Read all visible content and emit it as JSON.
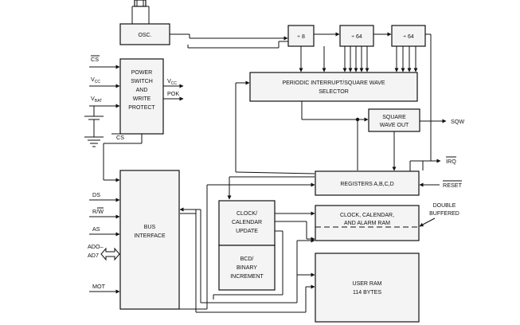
{
  "blocks": {
    "osc": "OSC.",
    "div8": "÷ 8",
    "div64a": "÷ 64",
    "div64b": "÷ 64",
    "power": [
      "POWER",
      "SWITCH",
      "AND",
      "WRITE",
      "PROTECT"
    ],
    "power_vcc_out": "V",
    "power_vcc_out_sub": "CC",
    "power_pok": "POK",
    "periodic": [
      "PERIODIC INTERRUPT/SQUARE WAVE",
      "SELECTOR"
    ],
    "square": [
      "SQUARE",
      "WAVE OUT"
    ],
    "registers": "REGISTERS A,B,C,D",
    "clock_update": [
      "CLOCK/",
      "CALENDAR",
      "UPDATE"
    ],
    "bcd": [
      "BCD/",
      "BINARY",
      "INCREMENT"
    ],
    "clock_ram": [
      "CLOCK, CALENDAR,",
      "AND ALARM RAM"
    ],
    "bus": [
      "BUS",
      "INTERFACE"
    ],
    "user_ram": [
      "USER RAM",
      "114 BYTES"
    ]
  },
  "signals": {
    "cs_bar": "CS",
    "vcc": "V",
    "vcc_sub": "CC",
    "vbat": "V",
    "vbat_sub": "BAT",
    "cs": "CS",
    "sqw": "SQW",
    "irq": "IRQ",
    "reset": "RESET",
    "ds": "DS",
    "rw": "R/W",
    "as": "AS",
    "ado": "ADO–",
    "ad7": "AD7",
    "mot": "MOT"
  },
  "annotation": [
    "DOUBLE",
    "BUFFERED"
  ]
}
